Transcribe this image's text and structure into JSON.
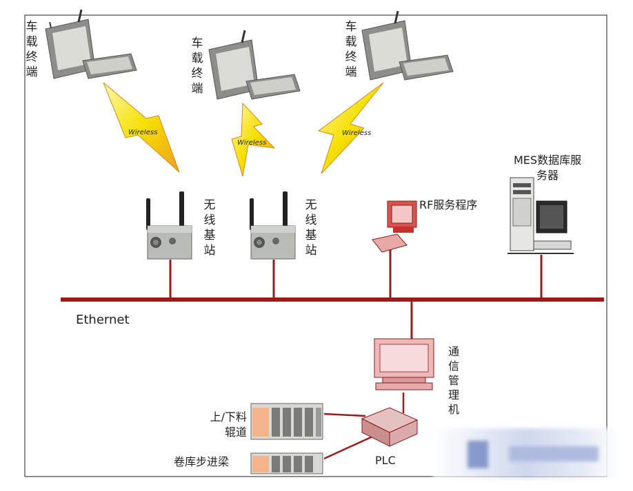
{
  "labels": {
    "terminal_1": "车\n载\n终\n端",
    "terminal_2": "车\n载\n终\n端",
    "terminal_3": "车\n载\n终\n端",
    "wireless": "Wireless",
    "base_station_1": "无\n线\n基\n站",
    "base_station_2": "无\n线\n基\n站",
    "rf_service": "RF服务程序",
    "mes_server": "MES数据库服\n务器",
    "ethernet": "Ethernet",
    "comm_manager": "通\n信\n管\n理\n机",
    "loading_conveyor": "上/下料\n辊道",
    "coil_beam": "卷库步进梁",
    "plc": "PLC"
  },
  "colors": {
    "bus": "#9b1b1b",
    "bolt": "#f5e000",
    "bolt_edge": "#d58a1a",
    "device_body": "#a9aaa6",
    "pc_case": "#e8b9b9"
  }
}
